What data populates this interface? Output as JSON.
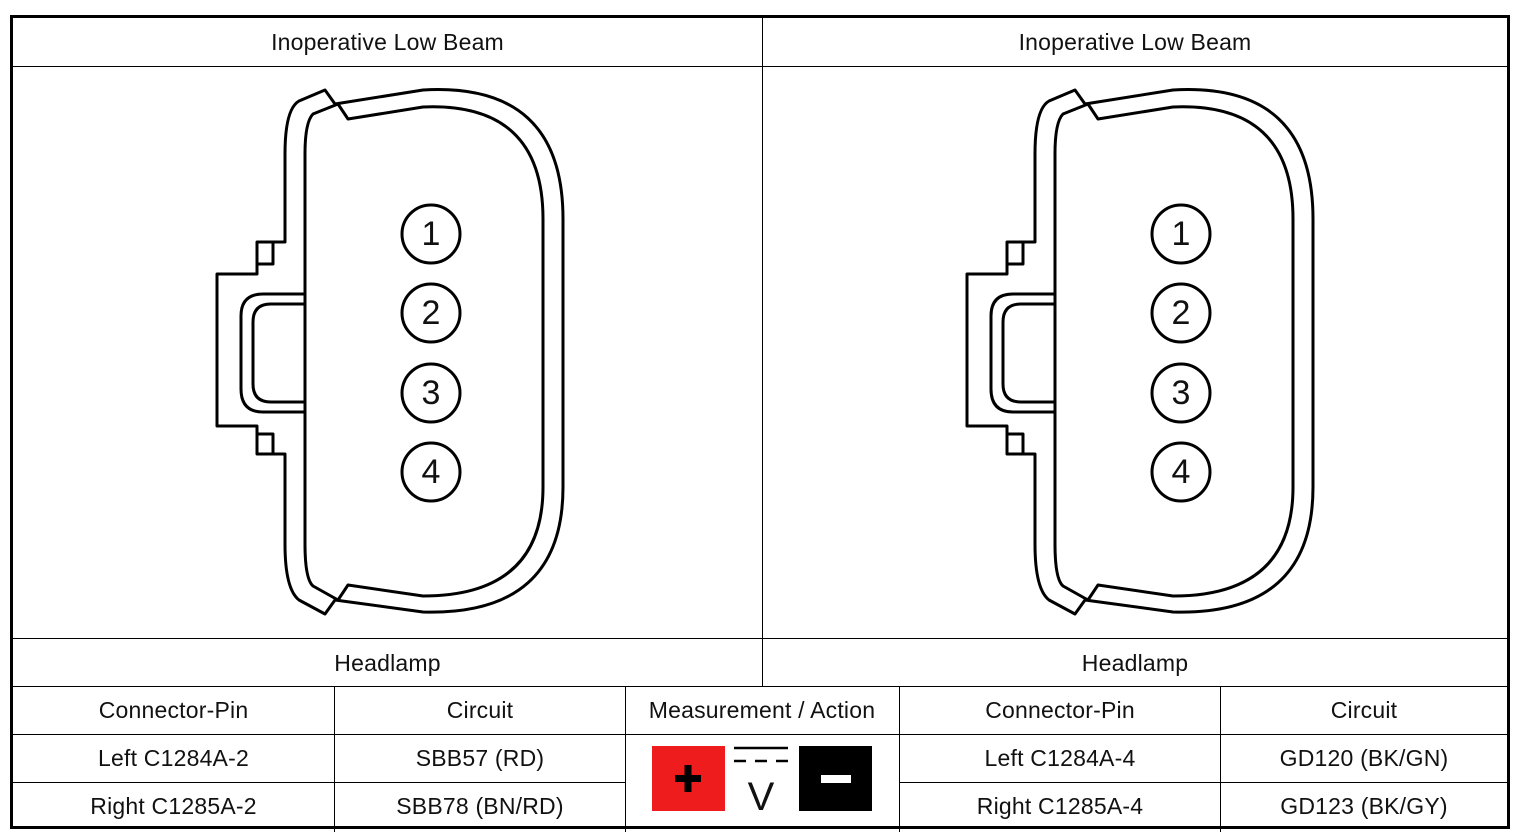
{
  "left": {
    "title": "Inoperative Low Beam",
    "caption": "Headlamp",
    "pins": [
      "1",
      "2",
      "3",
      "4"
    ]
  },
  "right": {
    "title": "Inoperative Low Beam",
    "caption": "Headlamp",
    "pins": [
      "1",
      "2",
      "3",
      "4"
    ]
  },
  "table": {
    "headers": {
      "left_connector": "Connector-Pin",
      "left_circuit": "Circuit",
      "measurement": "Measurement / Action",
      "right_connector": "Connector-Pin",
      "right_circuit": "Circuit"
    },
    "rows": [
      {
        "left_connector": "Left C1284A-2",
        "left_circuit": "SBB57 (RD)",
        "right_connector": "Left C1284A-4",
        "right_circuit": "GD120 (BK/GN)"
      },
      {
        "left_connector": "Right C1285A-2",
        "left_circuit": "SBB78 (BN/RD)",
        "right_connector": "Right C1285A-4",
        "right_circuit": "GD123 (BK/GY)"
      }
    ],
    "measurement_icons": {
      "positive": "plus-icon",
      "meter": "dc-voltage-icon",
      "meter_symbol": "V",
      "negative": "minus-icon",
      "positive_color": "#ee1c1c",
      "negative_color": "#000000"
    }
  }
}
